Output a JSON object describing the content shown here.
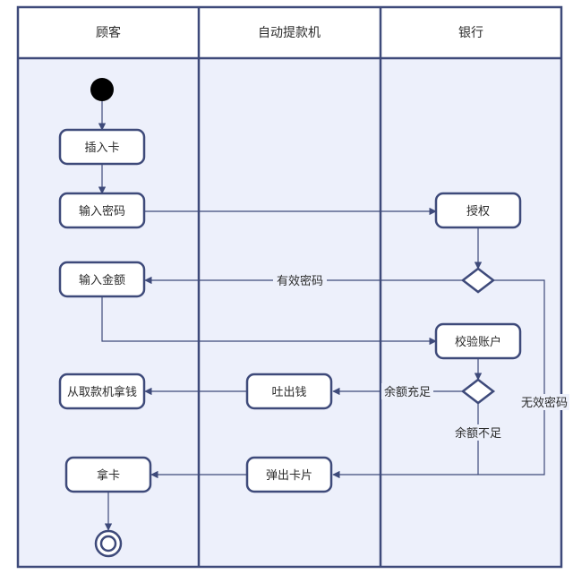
{
  "lanes": [
    {
      "label": "顾客"
    },
    {
      "label": "自动提款机"
    },
    {
      "label": "银行"
    }
  ],
  "nodes": {
    "insert_card": "插入卡",
    "enter_password": "输入密码",
    "enter_amount": "输入金额",
    "take_money": "从取款机拿钱",
    "take_card": "拿卡",
    "authorize": "授权",
    "verify_account": "校验账户",
    "dispense_cash": "吐出钱",
    "eject_card": "弹出卡片"
  },
  "edge_labels": {
    "valid_password": "有效密码",
    "invalid_password": "无效密码",
    "balance_sufficient": "余额充足",
    "balance_insufficient": "余额不足"
  },
  "colors": {
    "line": "#3e4a7a",
    "header_bg": "#ffffff",
    "lane_bg": "#edf0fb",
    "box_bg": "#ffffff",
    "text": "#2b2b2b"
  }
}
